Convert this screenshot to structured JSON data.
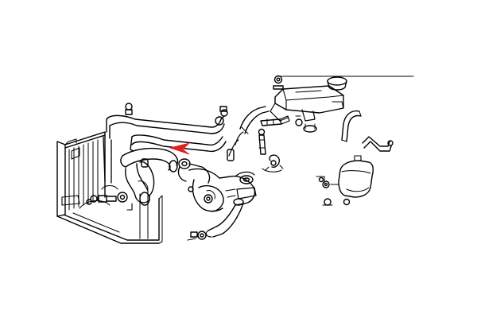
{
  "diagram": {
    "colors": {
      "background": "#ffffff",
      "line": "#000000",
      "pointer": "#e0201c"
    },
    "parts": [
      "radiator",
      "upper-radiator-hose",
      "lower-radiator-hose",
      "bypass-hose",
      "heater-hoses",
      "thermostat-housing",
      "water-pump-housing",
      "expansion-tank",
      "reservoir-cap",
      "coolant-level-sensor",
      "overflow-reservoir",
      "hose-clamps",
      "bolts-and-washers"
    ],
    "pointer": {
      "type": "red-arrowhead",
      "indicates": "upper-radiator-hose-clamp"
    }
  }
}
